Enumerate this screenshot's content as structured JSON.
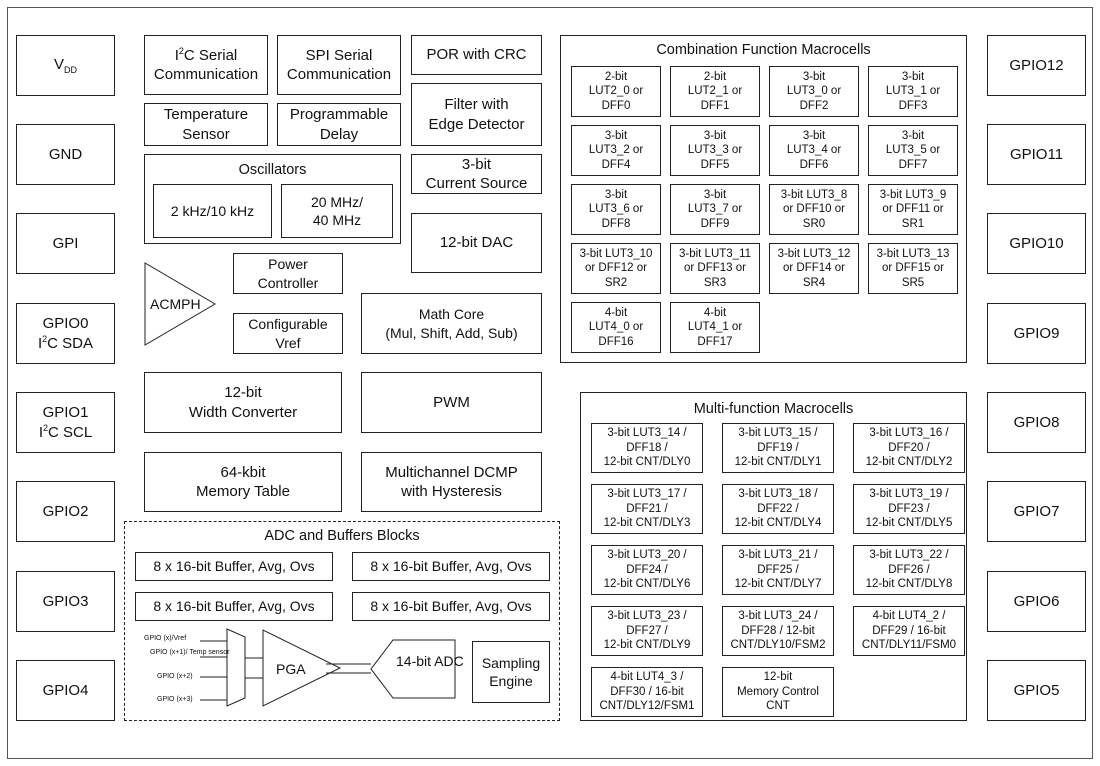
{
  "gpio_left": [
    "GND",
    "GPI",
    "GPIO2",
    "GPIO3",
    "GPIO4"
  ],
  "vdd": {
    "main": "V",
    "sub": "DD"
  },
  "gpio0": {
    "line1": "GPIO0",
    "pre": "I",
    "sup": "2",
    "post": "C SDA"
  },
  "gpio1": {
    "line1": "GPIO1",
    "pre": "I",
    "sup": "2",
    "post": "C SCL"
  },
  "gpio_right": [
    "GPIO12",
    "GPIO11",
    "GPIO10",
    "GPIO9",
    "GPIO8",
    "GPIO7",
    "GPIO6",
    "GPIO5"
  ],
  "blocks": {
    "i2c": {
      "pre": "I",
      "sup": "2",
      "post": "C Serial",
      "line2": "Communication"
    },
    "spi": "SPI Serial\nCommunication",
    "por": "POR with CRC",
    "filter": "Filter with\nEdge Detector",
    "temp": "Temperature\nSensor",
    "delay": "Programmable\nDelay",
    "current": "3-bit\nCurrent Source",
    "dac": "12-bit DAC",
    "power": "Power\nController",
    "vref": "Configurable\nVref",
    "math": "Math Core\n(Mul, Shift, Add, Sub)",
    "width": "12-bit\nWidth Converter",
    "pwm": "PWM",
    "memtable": "64-kbit\nMemory Table",
    "dcmp": "Multichannel DCMP\nwith Hysteresis"
  },
  "oscillators": {
    "title": "Oscillators",
    "a": "2 kHz/10 kHz",
    "b": "20 MHz/\n40 MHz"
  },
  "acmp": "ACMPH",
  "combination": {
    "title": "Combination Function Macrocells",
    "cells": [
      "2-bit\nLUT2_0 or\nDFF0",
      "2-bit\nLUT2_1 or\nDFF1",
      "3-bit\nLUT3_0 or\nDFF2",
      "3-bit\nLUT3_1 or\nDFF3",
      "3-bit\nLUT3_2 or\nDFF4",
      "3-bit\nLUT3_3 or\nDFF5",
      "3-bit\nLUT3_4 or\nDFF6",
      "3-bit\nLUT3_5 or\nDFF7",
      "3-bit\nLUT3_6 or\nDFF8",
      "3-bit\nLUT3_7 or\nDFF9",
      "3-bit LUT3_8\nor DFF10 or\nSR0",
      "3-bit LUT3_9\nor DFF11 or\nSR1",
      "3-bit LUT3_10\nor DFF12 or\nSR2",
      "3-bit LUT3_11\nor DFF13 or\nSR3",
      "3-bit LUT3_12\nor DFF14 or\nSR4",
      "3-bit LUT3_13\nor DFF15 or\nSR5",
      "4-bit\nLUT4_0 or\nDFF16",
      "4-bit\nLUT4_1 or\nDFF17"
    ]
  },
  "multifunction": {
    "title": "Multi-function Macrocells",
    "cells": [
      "3-bit LUT3_14 /\nDFF18 /\n12-bit CNT/DLY0",
      "3-bit LUT3_15 /\nDFF19 /\n12-bit CNT/DLY1",
      "3-bit LUT3_16 /\nDFF20 /\n12-bit CNT/DLY2",
      "3-bit LUT3_17 /\nDFF21 /\n12-bit CNT/DLY3",
      "3-bit LUT3_18 /\nDFF22 /\n12-bit CNT/DLY4",
      "3-bit LUT3_19 /\nDFF23 /\n12-bit CNT/DLY5",
      "3-bit LUT3_20 /\nDFF24 /\n12-bit CNT/DLY6",
      "3-bit LUT3_21 /\nDFF25 /\n12-bit CNT/DLY7",
      "3-bit LUT3_22 /\nDFF26 /\n12-bit CNT/DLY8",
      "3-bit LUT3_23 /\nDFF27 /\n12-bit CNT/DLY9",
      "3-bit LUT3_24 /\nDFF28 / 12-bit\nCNT/DLY10/FSM2",
      "4-bit LUT4_2 /\nDFF29 / 16-bit\nCNT/DLY11/FSM0",
      "4-bit LUT4_3 /\nDFF30 / 16-bit\nCNT/DLY12/FSM1",
      "12-bit\nMemory Control\nCNT"
    ]
  },
  "adc": {
    "title": "ADC and Buffers Blocks",
    "buffers": [
      "8 x 16-bit Buffer, Avg, Ovs",
      "8 x 16-bit Buffer, Avg, Ovs",
      "8 x 16-bit Buffer, Avg, Ovs",
      "8 x 16-bit Buffer, Avg, Ovs"
    ],
    "inputs": [
      "GPIO (x)/Vref",
      "GPIO (x+1)/\nTemp sensor",
      "GPIO (x+2)",
      "GPIO (x+3)"
    ],
    "pga": "PGA",
    "adc14": "14-bit\nADC",
    "sampling": "Sampling\nEngine"
  }
}
